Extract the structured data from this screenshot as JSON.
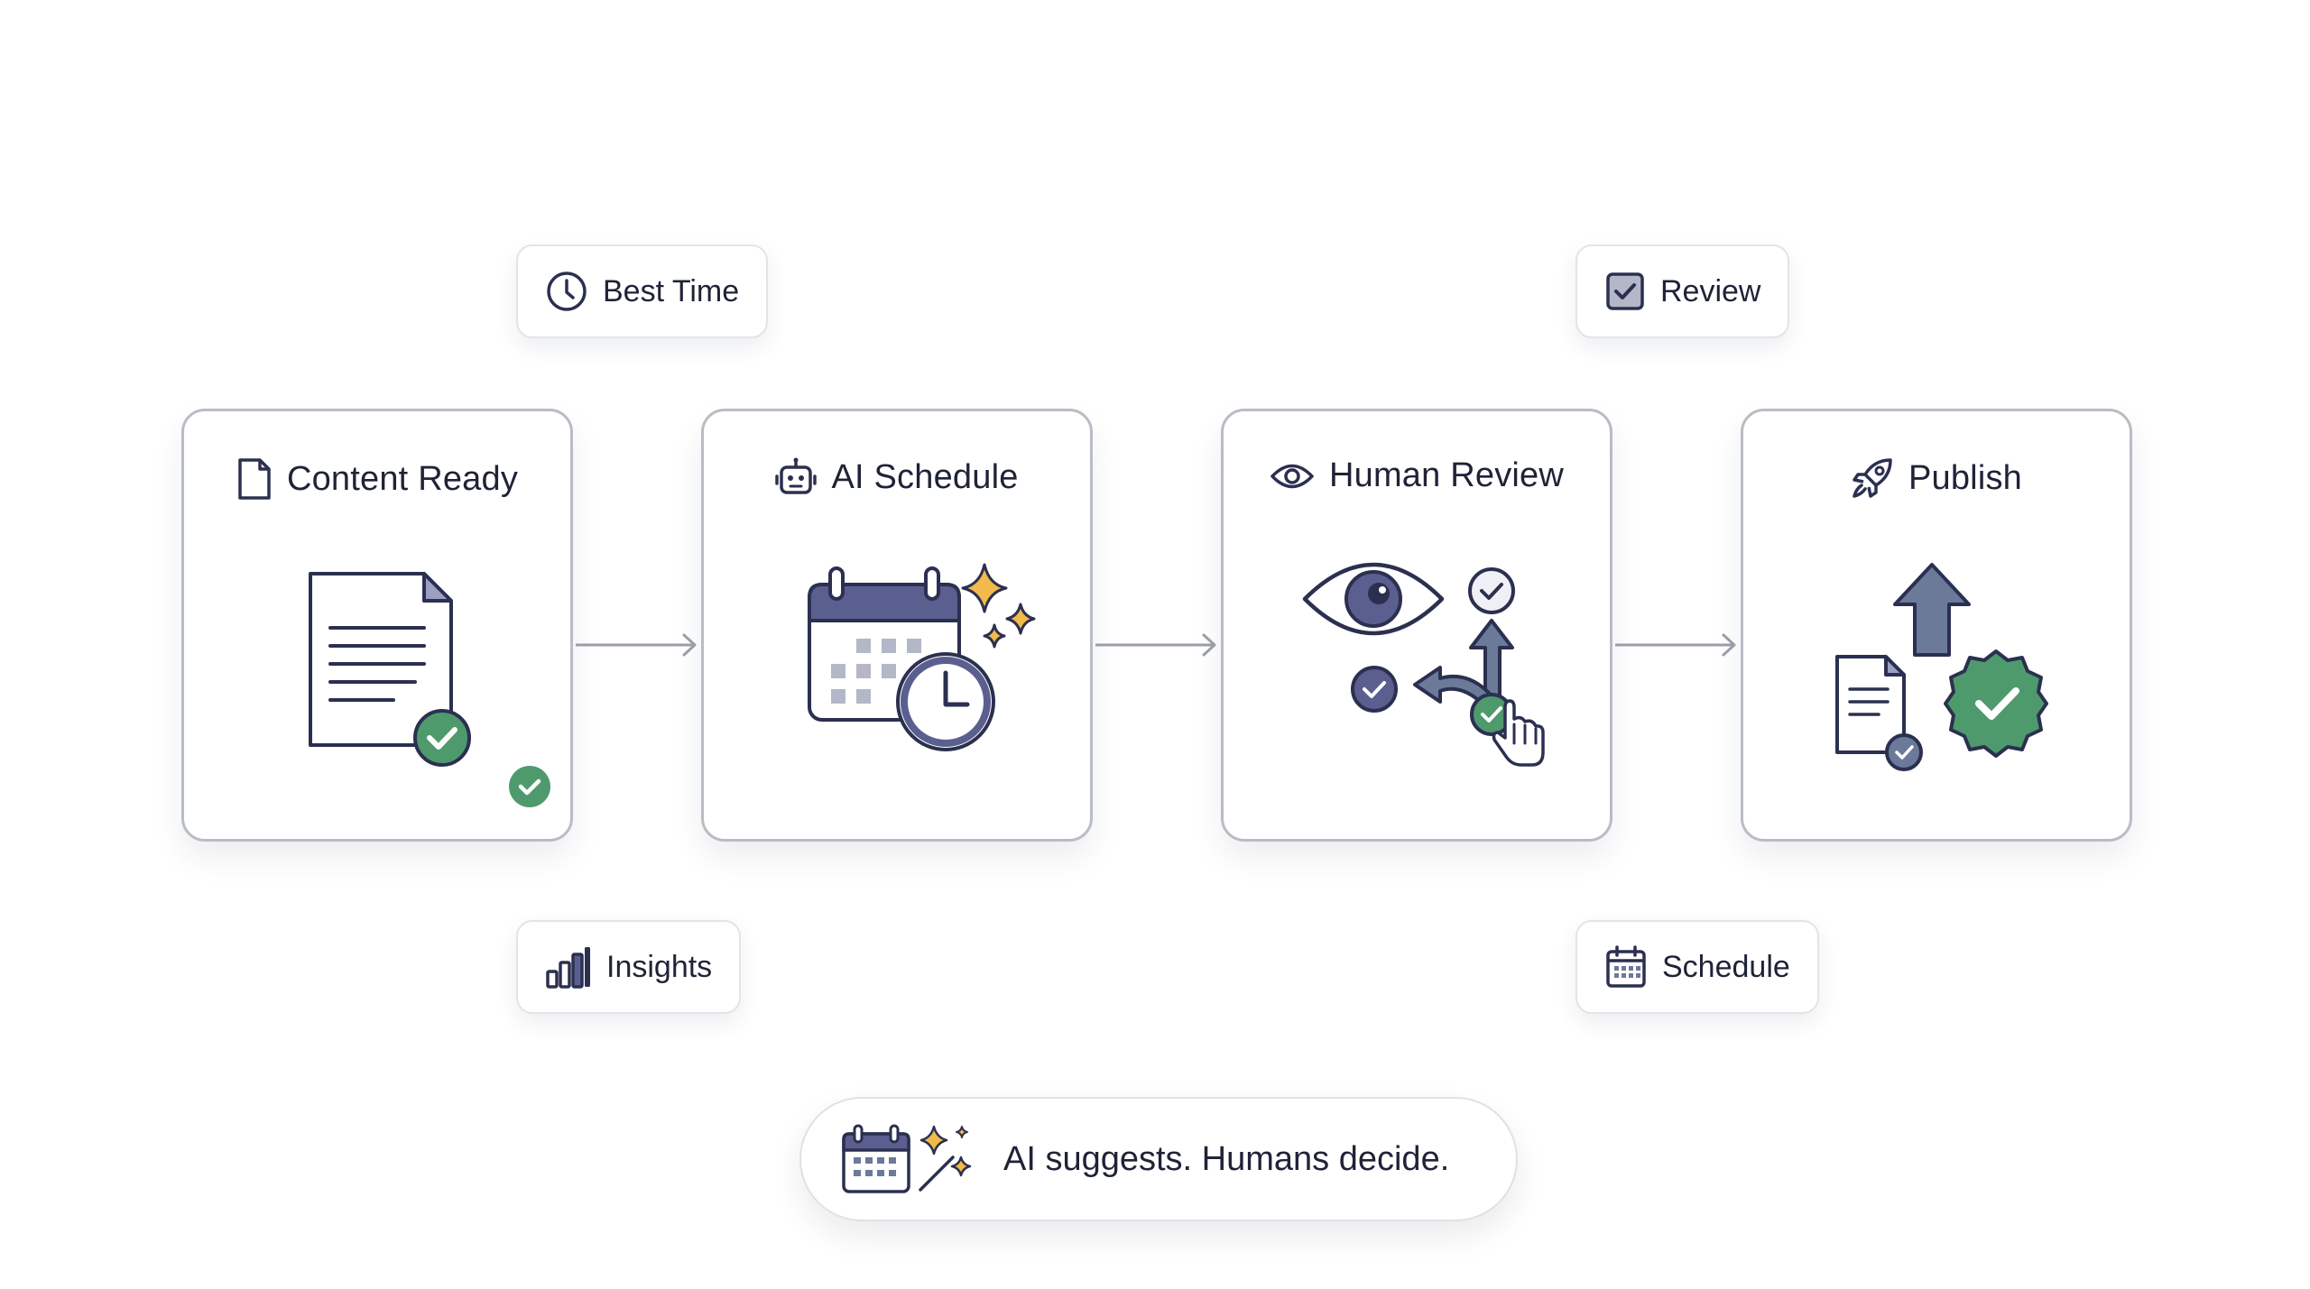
{
  "steps": [
    {
      "title": "Content Ready",
      "icon": "document-icon"
    },
    {
      "title": "AI Schedule",
      "icon": "robot-icon"
    },
    {
      "title": "Human Review",
      "icon": "eye-icon"
    },
    {
      "title": "Publish",
      "icon": "rocket-icon"
    }
  ],
  "badges": {
    "best_time": "Best Time",
    "review": "Review",
    "insights": "Insights",
    "schedule": "Schedule"
  },
  "tagline": "AI suggests. Humans decide.",
  "colors": {
    "navy": "#2b3050",
    "indigo": "#5b5f8f",
    "slate_blue": "#6b7a99",
    "green": "#4e9a6c",
    "gold": "#f2b94b",
    "border": "#b9bcc5"
  }
}
